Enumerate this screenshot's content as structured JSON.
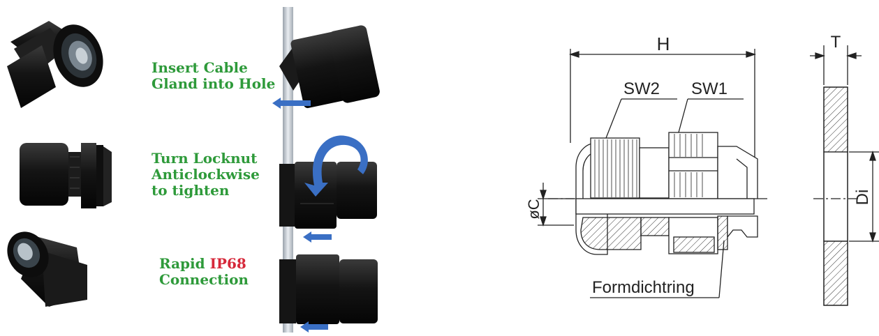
{
  "instructions": {
    "step1": {
      "line1": "Insert Cable",
      "line2": "Gland into Hole"
    },
    "step2": {
      "line1": "Turn Locknut",
      "line2": "Anticlockwise",
      "line3": "to tighten"
    },
    "step3": {
      "line1_prefix": "Rapid ",
      "line1_highlight": "IP68",
      "line2": "Connection"
    }
  },
  "drawing": {
    "H": "H",
    "T": "T",
    "SW1": "SW1",
    "SW2": "SW2",
    "C": "øC",
    "Di": "Di",
    "seal": "Formdichtring"
  },
  "colors": {
    "text_green": "#2e9a3a",
    "highlight_red": "#d6283a",
    "arrow_blue": "#3a6fc4",
    "gland_black": "#1b1b1b"
  }
}
